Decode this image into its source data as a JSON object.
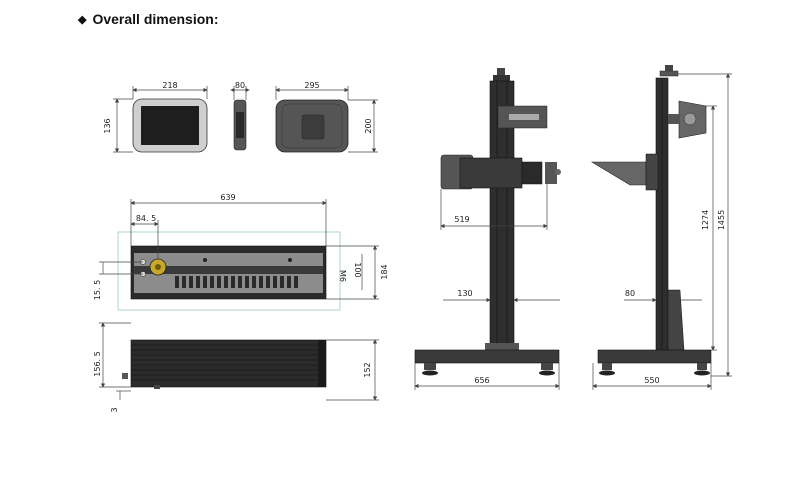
{
  "heading": {
    "bullet": "◆",
    "text": "Overall dimension:"
  },
  "dimensions": {
    "screen_front_width": "218",
    "screen_front_height": "136",
    "screen_side_depth": "80",
    "screen_back_width": "295",
    "screen_back_height": "200",
    "laser_top_length": "639",
    "laser_top_offset": "84. 5",
    "laser_top_side": "15. 5",
    "laser_top_width": "184",
    "laser_top_m6": "M6",
    "laser_top_100": "100",
    "laser_side_height": "156. 5",
    "laser_side_foot": "3",
    "laser_side_total": "152",
    "stand_front_arm": "519",
    "stand_front_column": "130",
    "stand_front_base": "656",
    "stand_side_column": "80",
    "stand_side_base": "550",
    "stand_side_height": "1274",
    "stand_side_total": "1455"
  }
}
